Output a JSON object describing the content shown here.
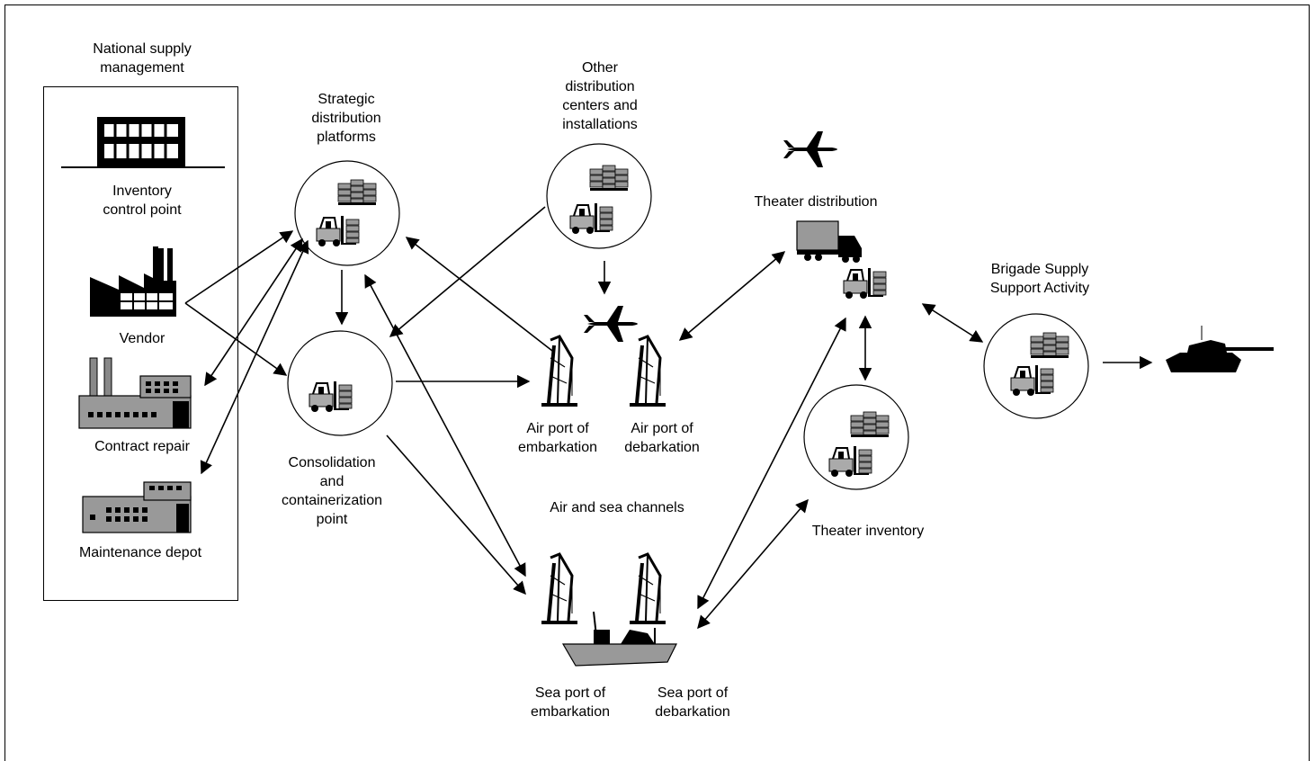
{
  "national_supply_management": {
    "title": "National supply\nmanagement"
  },
  "sources": {
    "inventory_control_point": "Inventory\ncontrol point",
    "vendor": "Vendor",
    "contract_repair": "Contract repair",
    "maintenance_depot": "Maintenance depot"
  },
  "nodes": {
    "strategic_distribution_platforms": "Strategic\ndistribution\nplatforms",
    "consolidation_point": "Consolidation\nand\ncontainerization\npoint",
    "other_distribution_centers": "Other\ndistribution\ncenters and\ninstallations",
    "air_port_embarkation": "Air port of\nembarkation",
    "air_port_debarkation": "Air port of\ndebarkation",
    "air_and_sea_channels": "Air and sea channels",
    "sea_port_embarkation": "Sea port of\nembarkation",
    "sea_port_debarkation": "Sea port of\ndebarkation",
    "theater_distribution": "Theater distribution",
    "theater_inventory": "Theater inventory",
    "brigade_ssa": "Brigade Supply\nSupport Activity"
  },
  "icons": [
    "office-building-icon",
    "factory-icon",
    "repair-facility-icon",
    "depot-icon",
    "forklift-icon",
    "pallet-stack-icon",
    "airplane-icon",
    "crane-icon",
    "cargo-ship-icon",
    "truck-icon",
    "tank-icon"
  ]
}
